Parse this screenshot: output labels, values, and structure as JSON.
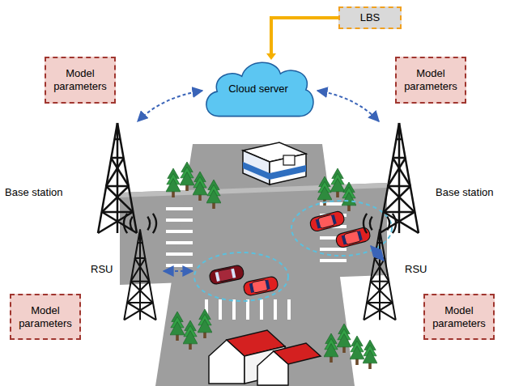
{
  "diagram": {
    "nodes": [
      {
        "text": [
          "LBS"
        ]
      },
      {
        "text": [
          "Model parameters"
        ]
      },
      {
        "text": [
          "Cloud server"
        ]
      },
      {
        "text": [
          "Model parameters"
        ]
      },
      {
        "text": [
          "Model parameters"
        ]
      },
      {
        "text": [
          "Model parameters"
        ]
      }
    ],
    "edges": [
      {
        "from": 0,
        "to": 2,
        "arrow": "to"
      }
    ],
    "labels": [
      "Base station",
      "Base station",
      "RSU",
      "RSU"
    ]
  }
}
